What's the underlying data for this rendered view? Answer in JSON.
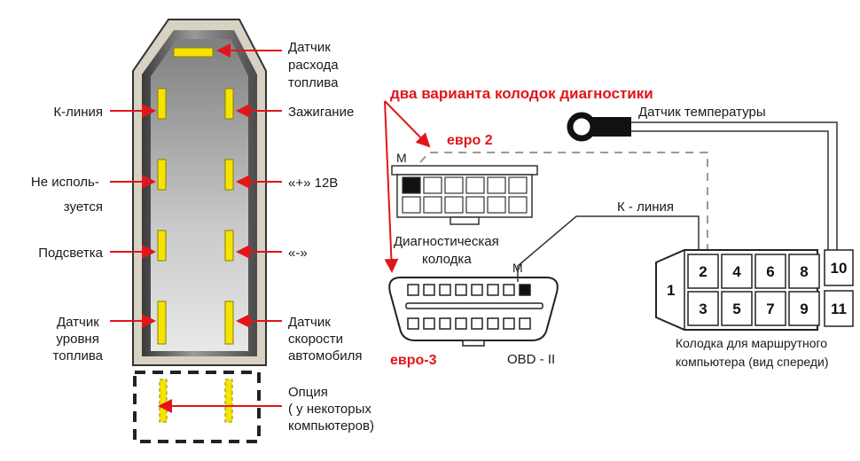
{
  "left_connector": {
    "top_pin": [
      "Датчик",
      "расхода",
      "топлива"
    ],
    "left": [
      [
        "К-линия"
      ],
      [
        "Не исполь-",
        "зуется"
      ],
      [
        "Подсветка"
      ],
      [
        "Датчик",
        "уровня",
        "топлива"
      ]
    ],
    "right": [
      [
        "Зажигание"
      ],
      [
        "«+» 12В"
      ],
      [
        "«-»"
      ],
      [
        "Датчик",
        "скорости",
        "автомобиля"
      ]
    ],
    "option": [
      "Опция",
      "( у некоторых",
      "компьютеров)"
    ]
  },
  "heading": "два варианта колодок диагностики",
  "euro2": "евро 2",
  "euro3": "евро-3",
  "m_label": "М",
  "diag_block": [
    "Диагностическая",
    "колодка"
  ],
  "obd": "OBD - II",
  "temp_sensor": "Датчик температуры",
  "k_line": "К - линия",
  "route_block": {
    "pins": [
      "1",
      "2",
      "4",
      "6",
      "8",
      "3",
      "5",
      "7",
      "9",
      "10",
      "11"
    ],
    "caption": [
      "Колодка для маршрутного",
      "компьютера (вид спереди)"
    ]
  },
  "colors": {
    "red": "#e0161a",
    "pin": "#f5e400",
    "body": "#6a6a6a"
  }
}
